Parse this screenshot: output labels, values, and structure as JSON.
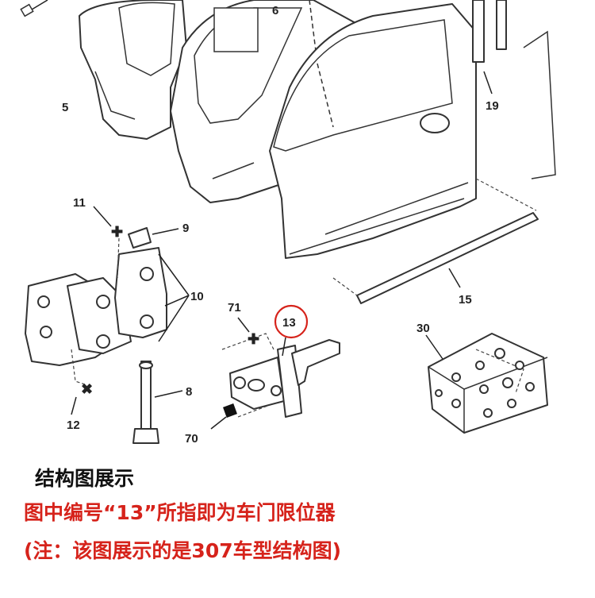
{
  "callouts": {
    "c5": "5",
    "c6": "6",
    "c19": "19",
    "c11": "11",
    "c9": "9",
    "c10": "10",
    "c71": "71",
    "c13": "13",
    "c8": "8",
    "c12": "12",
    "c70": "70",
    "c15": "15",
    "c30": "30"
  },
  "captions": {
    "title": "结构图展示",
    "line1": "图中编号“13”所指即为车门限位器",
    "line2": "(注：该图展示的是307车型结构图)"
  },
  "colors": {
    "caption_red": "#d6231b",
    "caption_black": "#111111",
    "highlight_circle": "#d6231b"
  }
}
